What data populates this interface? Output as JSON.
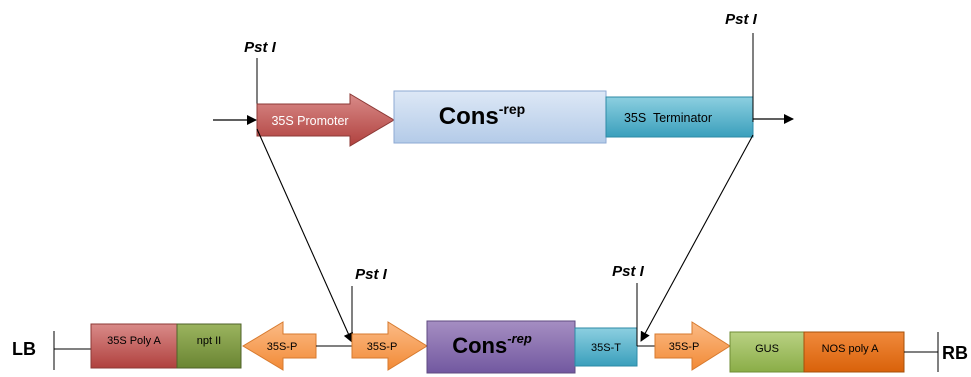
{
  "top_construct": {
    "pst_left": "Pst I",
    "pst_right": "Pst I",
    "promoter": "35S Promoter",
    "cons_base": "Cons",
    "cons_sup": "-rep",
    "terminator": "35S  Terminator"
  },
  "bottom_construct": {
    "lb": "LB",
    "rb": "RB",
    "poly_a": "35S Poly A",
    "npt": "npt II",
    "p35s_rev": "35S-P",
    "pst_left": "Pst I",
    "p35s_fwd": "35S-P",
    "cons_base": "Cons",
    "cons_sup": "-rep",
    "pst_right": "Pst I",
    "t35s": "35S-T",
    "p35s_gus": "35S-P",
    "gus": "GUS",
    "nos": "NOS poly A"
  },
  "colors": {
    "promoter_red": "#c0504d",
    "cons_top_blue": "#c6d9f1",
    "terminator_teal": "#4bacc6",
    "npt_green": "#77933c",
    "arrow_orange": "#f79646",
    "cons_purple": "#8064a2",
    "gus_green": "#9bbb59",
    "nos_orange": "#e46c0a"
  }
}
